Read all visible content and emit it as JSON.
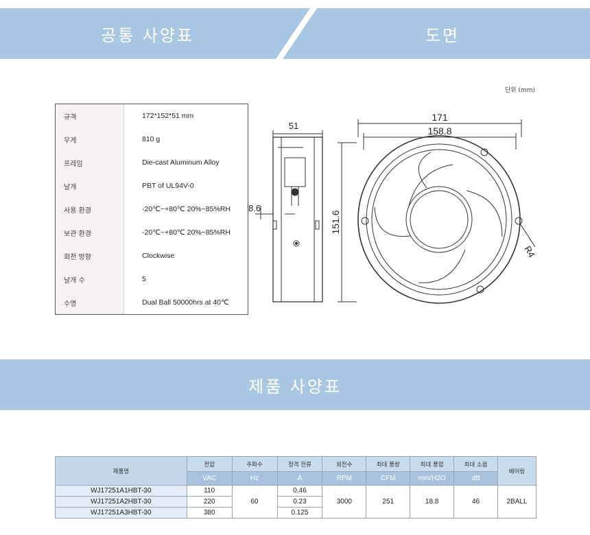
{
  "banners": {
    "common_spec": "공통 사양표",
    "drawing": "도면",
    "product_spec": "제품 사양표"
  },
  "unit_note": "단위 (mm)",
  "common_spec": [
    {
      "label": "규격",
      "value": "172*152*51 mm"
    },
    {
      "label": "무게",
      "value": "810 g"
    },
    {
      "label": "프레임",
      "value": "Die-cast Aluminum Alloy"
    },
    {
      "label": "날개",
      "value": "PBT of UL94V-0"
    },
    {
      "label": "사용 환경",
      "value": "-20℃~+80℃   20%~85%RH"
    },
    {
      "label": "보관 환경",
      "value": "-20℃~+80℃   20%~85%RH"
    },
    {
      "label": "회전 방향",
      "value": "Clockwise"
    },
    {
      "label": "날개 수",
      "value": "5"
    },
    {
      "label": "수명",
      "value": "Dual Ball 50000hrs at 40℃"
    }
  ],
  "drawing_dims": {
    "depth": "51",
    "offset": "8.6",
    "width": "171",
    "hole_spacing": "158.8",
    "height": "151.6",
    "radius": "R4"
  },
  "product_table": {
    "headers": {
      "name": "제품명",
      "voltage": "전압",
      "frequency": "주파수",
      "current": "정격 전류",
      "speed": "회전수",
      "airflow": "최대 풍량",
      "pressure": "최대 풍압",
      "noise": "최대 소음",
      "bearing": "베어링"
    },
    "units": {
      "voltage": "VAC",
      "frequency": "Hz",
      "current": "A",
      "speed": "RPM",
      "airflow": "CFM",
      "pressure": "mm/H2O",
      "noise": "dB"
    },
    "rows": [
      {
        "model": "WJ17251A1HBT-30",
        "voltage": "110",
        "current": "0.46"
      },
      {
        "model": "WJ17251A2HBT-30",
        "voltage": "220",
        "current": "0.23"
      },
      {
        "model": "WJ17251A3HBT-30",
        "voltage": "380",
        "current": "0.125"
      }
    ],
    "shared": {
      "frequency": "60",
      "speed": "3000",
      "airflow": "251",
      "pressure": "18.8",
      "noise": "46",
      "bearing": "2BALL"
    }
  }
}
